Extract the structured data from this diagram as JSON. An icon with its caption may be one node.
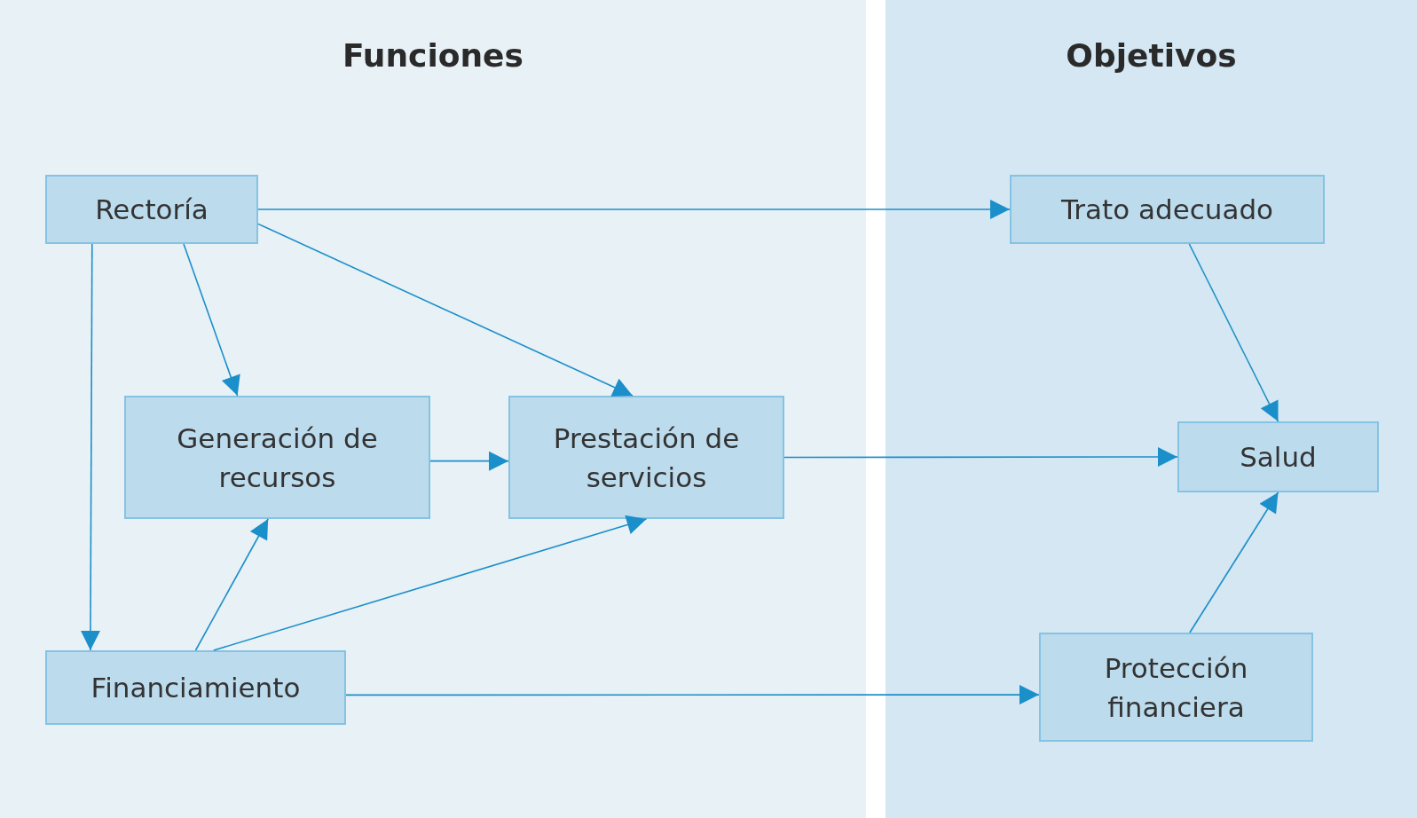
{
  "diagram": {
    "nodes": [
      {
        "text": [
          "Funciones"
        ]
      },
      {
        "text": [
          "Objetivos"
        ]
      },
      {
        "text": [
          "Rectoría"
        ],
        "in": 0
      },
      {
        "text": [
          "Generación de recursos"
        ],
        "in": 0
      },
      {
        "text": [
          "Prestación de servicios"
        ],
        "in": 0
      },
      {
        "text": [
          "Financiamiento"
        ],
        "in": 0
      },
      {
        "text": [
          "Trato adecuado"
        ],
        "in": 1
      },
      {
        "text": [
          "Salud"
        ],
        "in": 1
      },
      {
        "text": [
          "Protección financiera"
        ],
        "in": 1
      }
    ],
    "edges": [
      {
        "from": 2,
        "to": 6,
        "arrow": "to"
      },
      {
        "from": 2,
        "to": 4,
        "arrow": "to"
      },
      {
        "from": 2,
        "to": 3,
        "arrow": "to"
      },
      {
        "from": 2,
        "to": 5,
        "arrow": "to"
      },
      {
        "from": 3,
        "to": 4,
        "arrow": "to"
      },
      {
        "from": 5,
        "to": 3,
        "arrow": "to"
      },
      {
        "from": 5,
        "to": 4,
        "arrow": "to"
      },
      {
        "from": 4,
        "to": 7,
        "arrow": "to"
      },
      {
        "from": 6,
        "to": 7,
        "arrow": "to"
      },
      {
        "from": 5,
        "to": 8,
        "arrow": "to"
      },
      {
        "from": 8,
        "to": 7,
        "arrow": "to"
      }
    ]
  }
}
